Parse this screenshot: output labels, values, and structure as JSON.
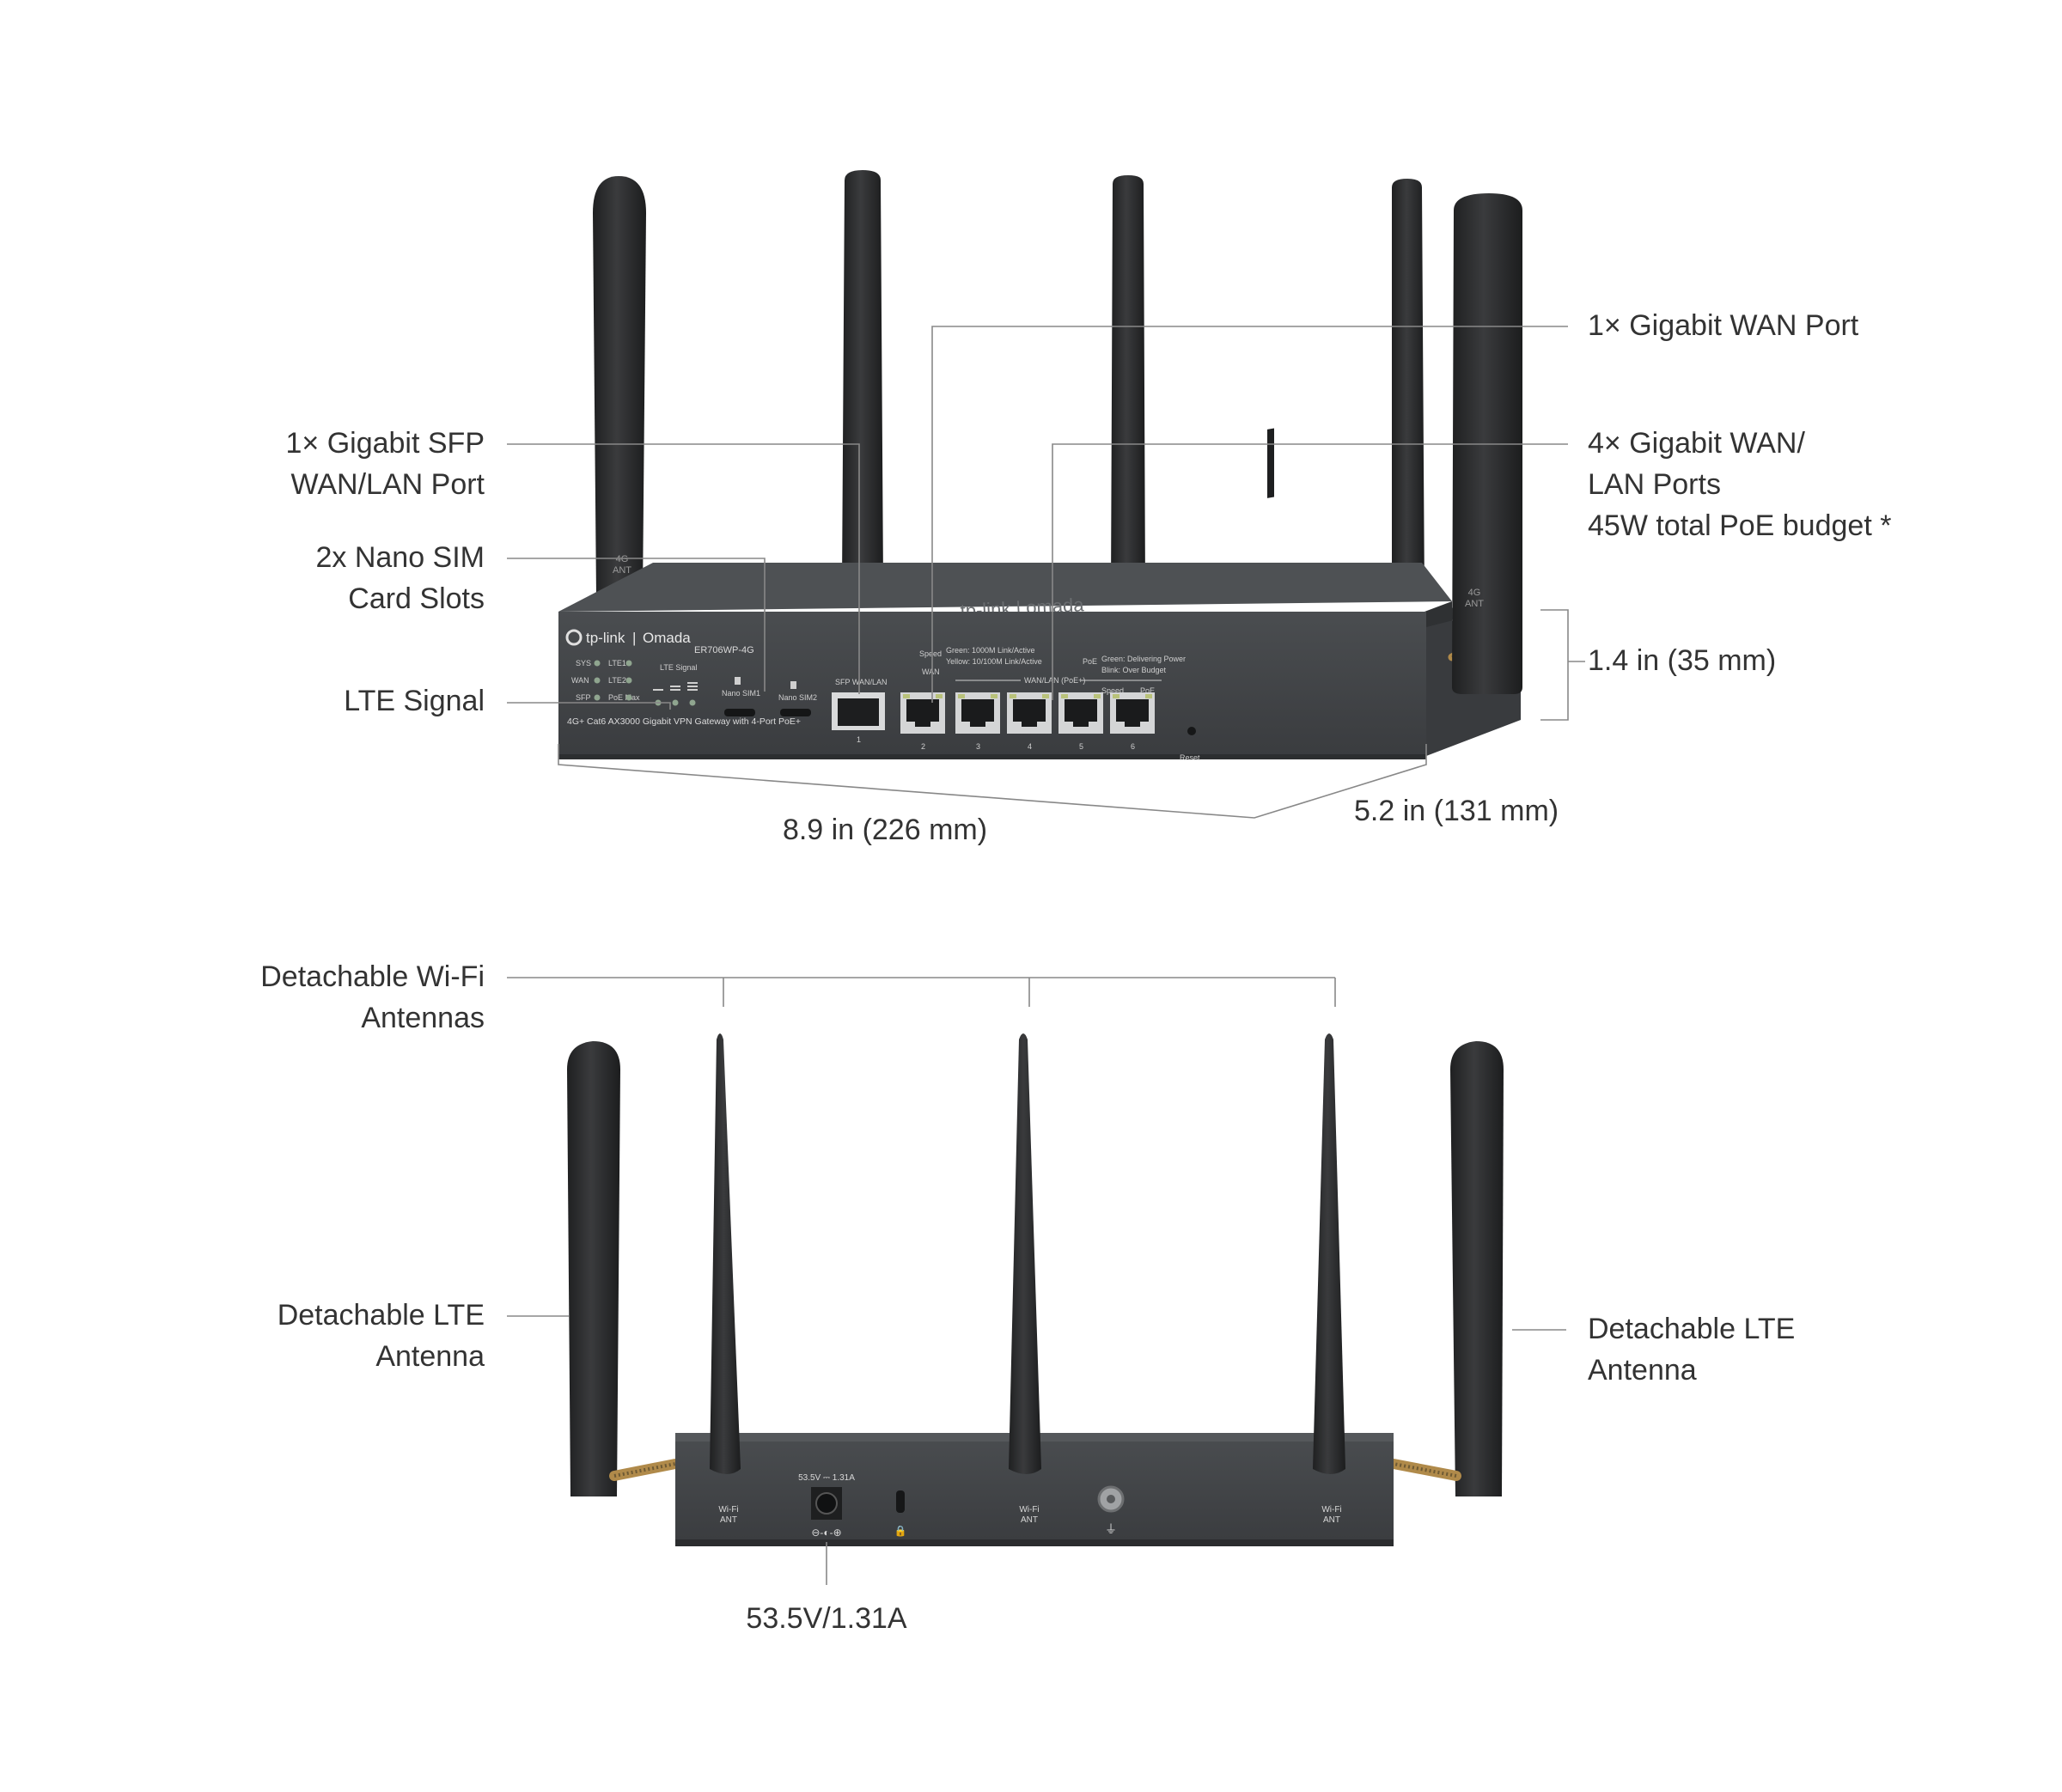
{
  "front_view": {
    "brand": {
      "logo": "tp-link",
      "product_line": "Omada",
      "model": "ER706WP-4G"
    },
    "subtitle": "4G+ Cat6 AX3000 Gigabit VPN Gateway with 4-Port PoE+",
    "led_labels": [
      "SYS",
      "WAN",
      "SFP",
      "LTE1",
      "LTE2",
      "PoE Max",
      "LTE Signal"
    ],
    "slot_labels": [
      "Nano SIM1",
      "Nano SIM2",
      "SFP WAN/LAN",
      "WAN",
      "WAN/LAN (PoE+)",
      "Reset"
    ],
    "port_numbers": [
      "1",
      "2",
      "3",
      "4",
      "5",
      "6"
    ],
    "legend": {
      "speed_title": "Speed",
      "speed_lines": [
        "Green: 1000M Link/Active",
        "Yellow: 10/100M Link/Active"
      ],
      "poe_title": "PoE",
      "poe_lines": [
        "Green: Delivering Power",
        "Blink: Over Budget"
      ],
      "speed_short": "Speed",
      "poe_short": "PoE"
    },
    "antenna_label": [
      "4G",
      "ANT"
    ],
    "callouts": {
      "sfp": [
        "1× Gigabit SFP",
        "WAN/LAN Port"
      ],
      "sim": [
        "2x Nano SIM",
        "Card Slots"
      ],
      "lte_signal": [
        "LTE Signal"
      ],
      "wan": [
        "1× Gigabit WAN Port"
      ],
      "lan": [
        "4× Gigabit WAN/",
        "LAN Ports",
        "45W total PoE budget *"
      ],
      "height": [
        "1.4 in (35 mm)"
      ],
      "width": [
        "8.9 in (226 mm)"
      ],
      "depth": [
        "5.2 in (131 mm)"
      ]
    }
  },
  "rear_view": {
    "power_rating": "53.5V ⎓ 1.31A",
    "wifi_ant_label": [
      "Wi-Fi",
      "ANT"
    ],
    "callouts": {
      "wifi": [
        "Detachable Wi-Fi",
        "Antennas"
      ],
      "lte_left": [
        "Detachable LTE",
        "Antenna"
      ],
      "lte_right": [
        "Detachable LTE",
        "Antenna"
      ],
      "power": [
        "53.5V/1.31A"
      ]
    }
  },
  "colors": {
    "background": "#ffffff",
    "text": "#333333",
    "leader_line": "#888888",
    "device_body": "#3d3f41",
    "antenna": "#2a2b2c"
  }
}
